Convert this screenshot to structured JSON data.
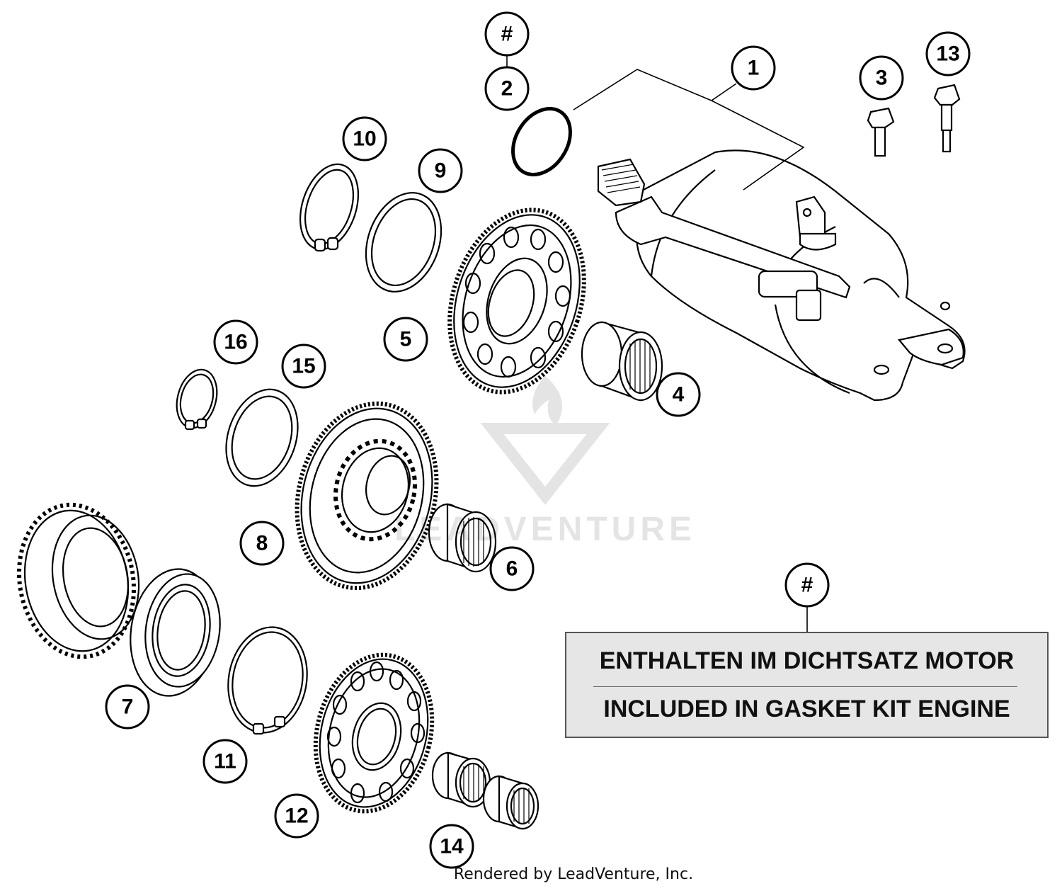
{
  "callouts": {
    "c1": "1",
    "c2": "2",
    "c2_hash": "#",
    "c3": "3",
    "c4": "4",
    "c5": "5",
    "c6": "6",
    "c7": "7",
    "c8": "8",
    "c9": "9",
    "c10": "10",
    "c11": "11",
    "c12": "12",
    "c13": "13",
    "c14": "14",
    "c15": "15",
    "c16": "16"
  },
  "legend": {
    "symbol": "#",
    "line_de": "ENTHALTEN IM DICHTSATZ MOTOR",
    "line_en": "INCLUDED IN GASKET KIT ENGINE"
  },
  "watermark": "LEADVENTURE",
  "footer": "Rendered by LeadVenture, Inc."
}
